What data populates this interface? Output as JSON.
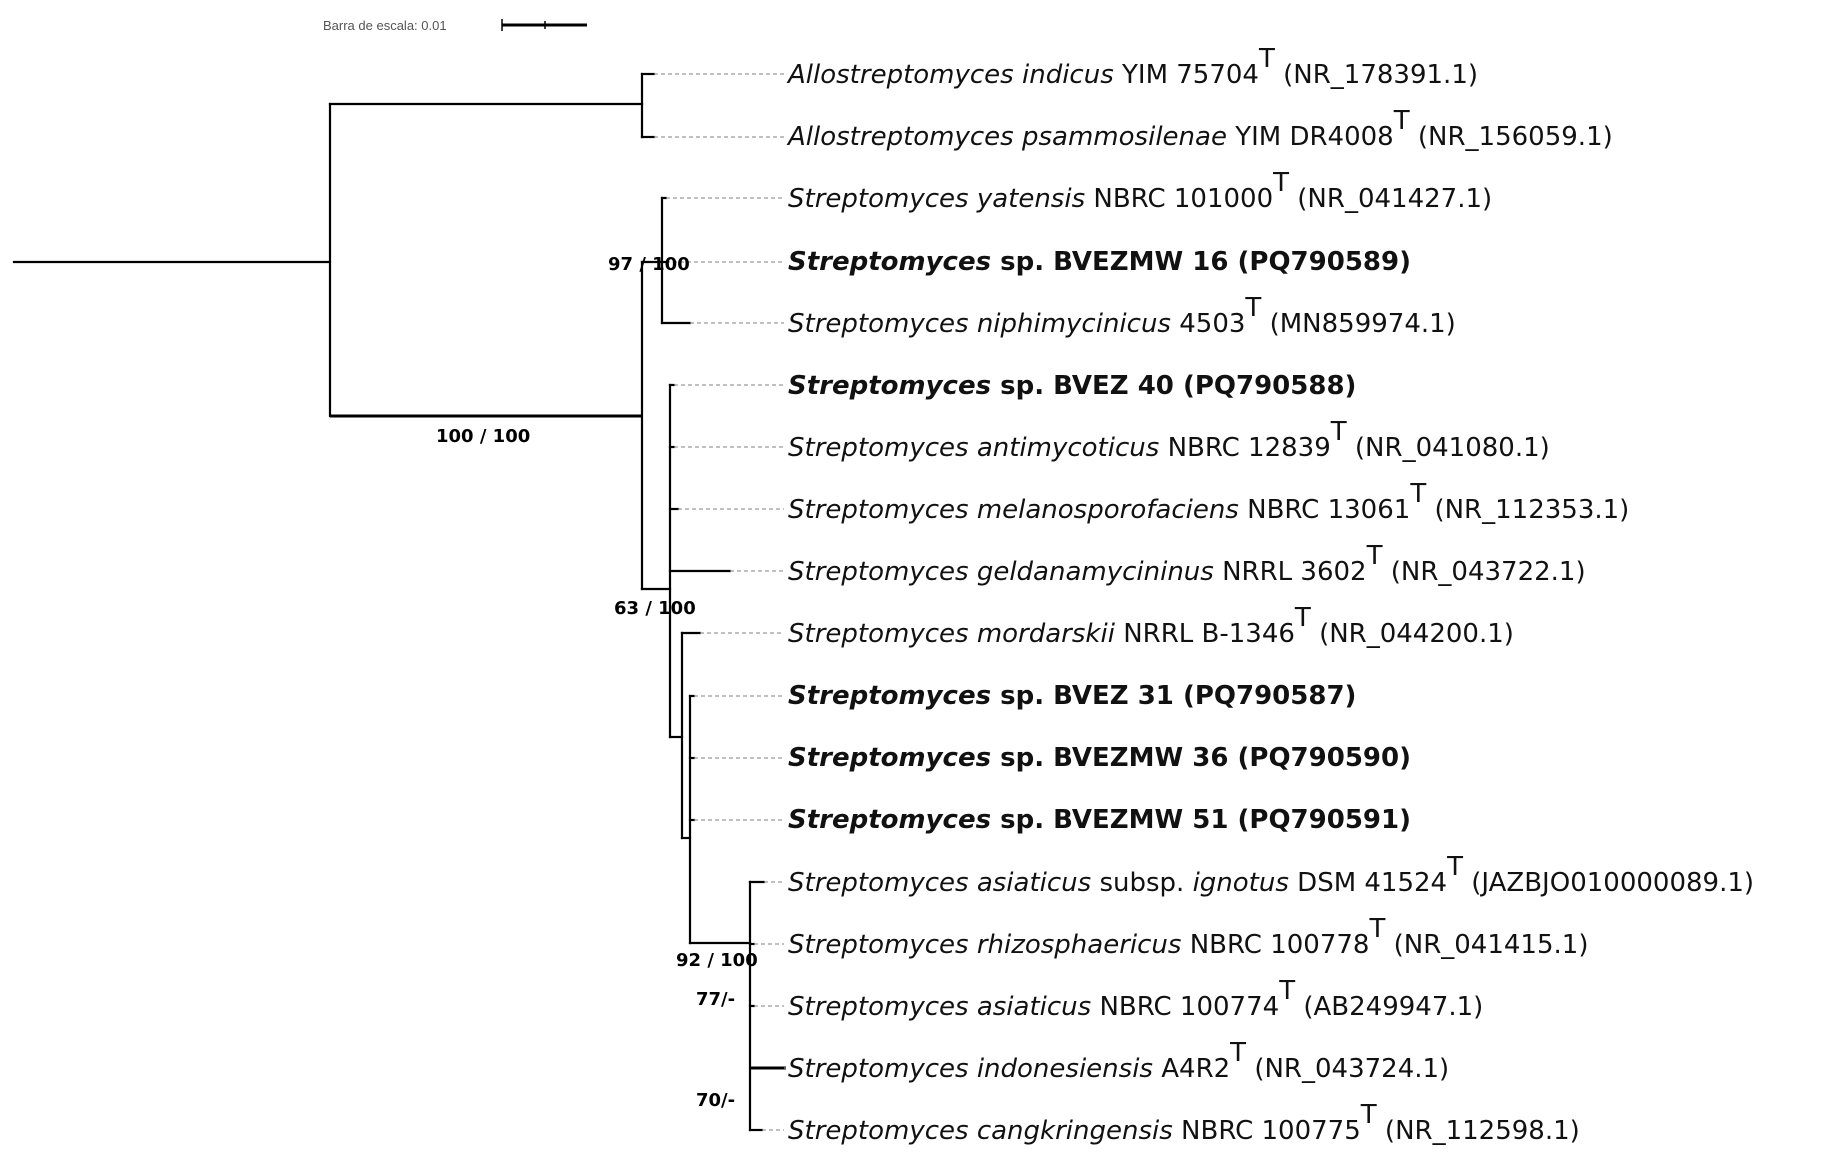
{
  "scale": {
    "label": "Barra de escala: 0.01"
  },
  "supports": {
    "s1": "100 / 100",
    "s2": "97 / 100",
    "s3": "63 / 100",
    "s4": "92 / 100",
    "s5": "77/-",
    "s6": "70/-"
  },
  "taxa": [
    {
      "genus": "Allostreptomyces",
      "epithet": "indicus",
      "strain": "YIM  75704",
      "type": "T",
      "accession": "(NR_178391.1)",
      "bold": false
    },
    {
      "genus": "Allostreptomyces",
      "epithet": "psammosilenae",
      "strain": "YIM  DR4008",
      "type": "T",
      "accession": "(NR_156059.1)",
      "bold": false
    },
    {
      "genus": "Streptomyces",
      "epithet": "yatensis",
      "strain": "NBRC  101000",
      "type": "T",
      "accession": "(NR_041427.1)",
      "bold": false
    },
    {
      "genus": "Streptomyces",
      "epithet": "",
      "strain": "sp. BVEZMW 16",
      "type": "",
      "accession": "(PQ790589)",
      "bold": true
    },
    {
      "genus": "Streptomyces",
      "epithet": "niphimycinicus",
      "strain": "4503",
      "type": "T",
      "accession": "(MN859974.1)",
      "bold": false
    },
    {
      "genus": "Streptomyces",
      "epithet": "",
      "strain": "sp. BVEZ 40",
      "type": "",
      "accession": "(PQ790588)",
      "bold": true
    },
    {
      "genus": "Streptomyces",
      "epithet": "antimycoticus",
      "strain": "NBRC  12839",
      "type": "T",
      "accession": "(NR_041080.1)",
      "bold": false
    },
    {
      "genus": "Streptomyces",
      "epithet": "melanosporofaciens",
      "strain": "NBRC  13061",
      "type": "T",
      "accession": "(NR_112353.1)",
      "bold": false
    },
    {
      "genus": "Streptomyces",
      "epithet": "geldanamycininus",
      "strain": "NRRL  3602",
      "type": "T",
      "accession": "(NR_043722.1)",
      "bold": false
    },
    {
      "genus": "Streptomyces",
      "epithet": "mordarskii",
      "strain": "NRRL  B-1346",
      "type": "T",
      "accession": "(NR_044200.1)",
      "bold": false
    },
    {
      "genus": "Streptomyces",
      "epithet": "",
      "strain": "sp. BVEZ 31",
      "type": "",
      "accession": "(PQ790587)",
      "bold": true
    },
    {
      "genus": "Streptomyces",
      "epithet": "",
      "strain": "sp. BVEZMW 36",
      "type": "",
      "accession": "(PQ790590)",
      "bold": true
    },
    {
      "genus": "Streptomyces",
      "epithet": "",
      "strain": "sp. BVEZMW 51",
      "type": "",
      "accession": "(PQ790591)",
      "bold": true
    },
    {
      "genus": "Streptomyces",
      "epithet": "asiaticus",
      "subsp": "subsp.",
      "subepithet": "ignotus",
      "strain": "DSM  41524",
      "type": "T",
      "accession": "(JAZBJO010000089.1)",
      "bold": false
    },
    {
      "genus": "Streptomyces",
      "epithet": "rhizosphaericus",
      "strain": "NBRC  100778",
      "type": "T",
      "accession": "(NR_041415.1)",
      "bold": false
    },
    {
      "genus": "Streptomyces",
      "epithet": "asiaticus",
      "strain": "NBRC  100774",
      "type": "T",
      "accession": "(AB249947.1)",
      "bold": false
    },
    {
      "genus": "Streptomyces",
      "epithet": "indonesiensis",
      "strain": "A4R2",
      "type": "T",
      "accession": "(NR_043724.1)",
      "bold": false
    },
    {
      "genus": "Streptomyces",
      "epithet": "cangkringensis",
      "strain": "NBRC  100775",
      "type": "T",
      "accession": "(NR_112598.1)",
      "bold": false
    }
  ]
}
